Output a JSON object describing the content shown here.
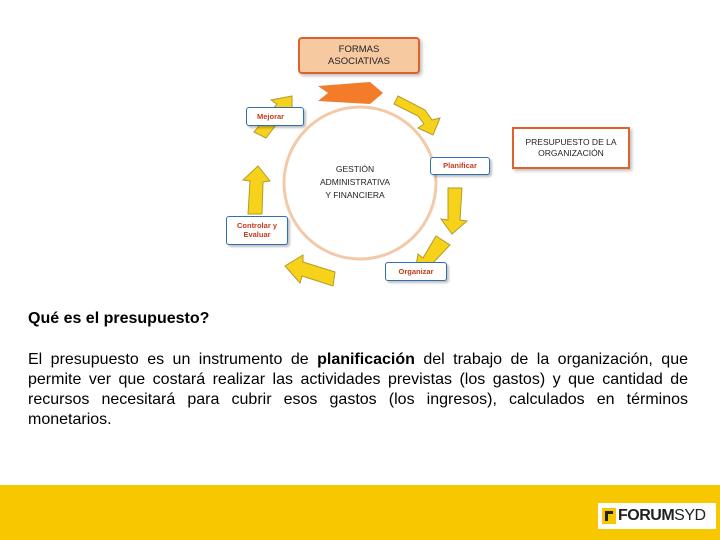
{
  "diagram": {
    "top_box": "FORMAS ASOCIATIVAS",
    "right_box": "PRESUPUESTO DE LA ORGANIZACIÓN",
    "center": "GESTIÓN ADMINISTRATIVA Y FINANCIERA",
    "center_lines": [
      "GESTIÓN",
      "ADMINISTRATIVA",
      "Y FINANCIERA"
    ],
    "top_box_lines": [
      "FORMAS",
      "ASOCIATIVAS"
    ],
    "right_box_lines": [
      "PRESUPUESTO DE LA",
      "ORGANIZACIÓN"
    ],
    "steps": {
      "mejorar": "Mejorar",
      "planificar": "Planificar",
      "organizar": "Organizar",
      "controlar_lines": [
        "Controlar y",
        "Evaluar"
      ]
    },
    "colors": {
      "accent_orange": "#e0622b",
      "arrow_yellow": "#f7d21a",
      "circle_peach": "#f3c9a8",
      "label_border_blue": "#2e6fb5",
      "label_text_red": "#c43a1f"
    }
  },
  "content": {
    "question": "Qué es el presupuesto?",
    "paragraph_before": "El presupuesto es un instrumento de ",
    "paragraph_bold": "planificación",
    "paragraph_after": " del trabajo de la organización, que permite ver que costará realizar las actividades previstas (los gastos) y que cantidad de recursos necesitará para cubrir esos gastos (los ingresos), calculados en términos monetarios."
  },
  "footer": {
    "logo_bold": "FORUM",
    "logo_regular": "SYD",
    "background": "#f7c800"
  }
}
